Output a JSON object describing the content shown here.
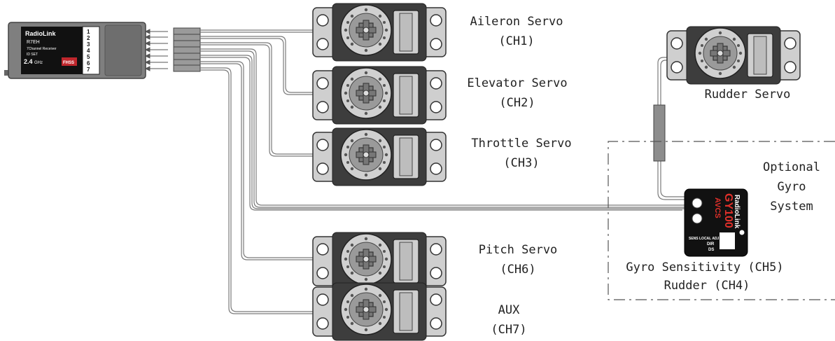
{
  "receiver": {
    "brand": "RadioLink",
    "model": "R7EH",
    "subtitle": "7Channel Receiver",
    "set_label": "ID SET",
    "band": "2.4",
    "band_unit": "GHz",
    "fhss_badge": "FHSS",
    "channel_numbers": [
      "1",
      "2",
      "3",
      "4",
      "5",
      "6",
      "7"
    ]
  },
  "servos": [
    {
      "name": "Aileron Servo",
      "channel": "(CH1)"
    },
    {
      "name": "Elevator Servo",
      "channel": "(CH2)"
    },
    {
      "name": "Throttle Servo",
      "channel": "(CH3)"
    },
    {
      "name": "Pitch Servo",
      "channel": "(CH6)"
    },
    {
      "name": "AUX",
      "channel": "(CH7)"
    }
  ],
  "rudder_servo": {
    "name": "Rudder Servo"
  },
  "gyro_system": {
    "title_lines": [
      "Optional",
      "Gyro",
      "System"
    ],
    "labels": [
      "Gyro Sensitivity (CH5)",
      "Rudder (CH4)"
    ]
  },
  "gyro": {
    "brand": "RadioLink",
    "model": "GY100",
    "mode": "AVCS",
    "bottom_label": "SENS LOCAL ADJ",
    "dir_label": "DIR",
    "ds_label": "DS"
  },
  "colors": {
    "servo_body": "#3d3d3d",
    "servo_plate": "#cfcfcf",
    "receiver_case": "#7f7f7f",
    "gyro_body": "#111111",
    "gyro_red": "#e0302a",
    "wire": "#7a7a7a"
  }
}
